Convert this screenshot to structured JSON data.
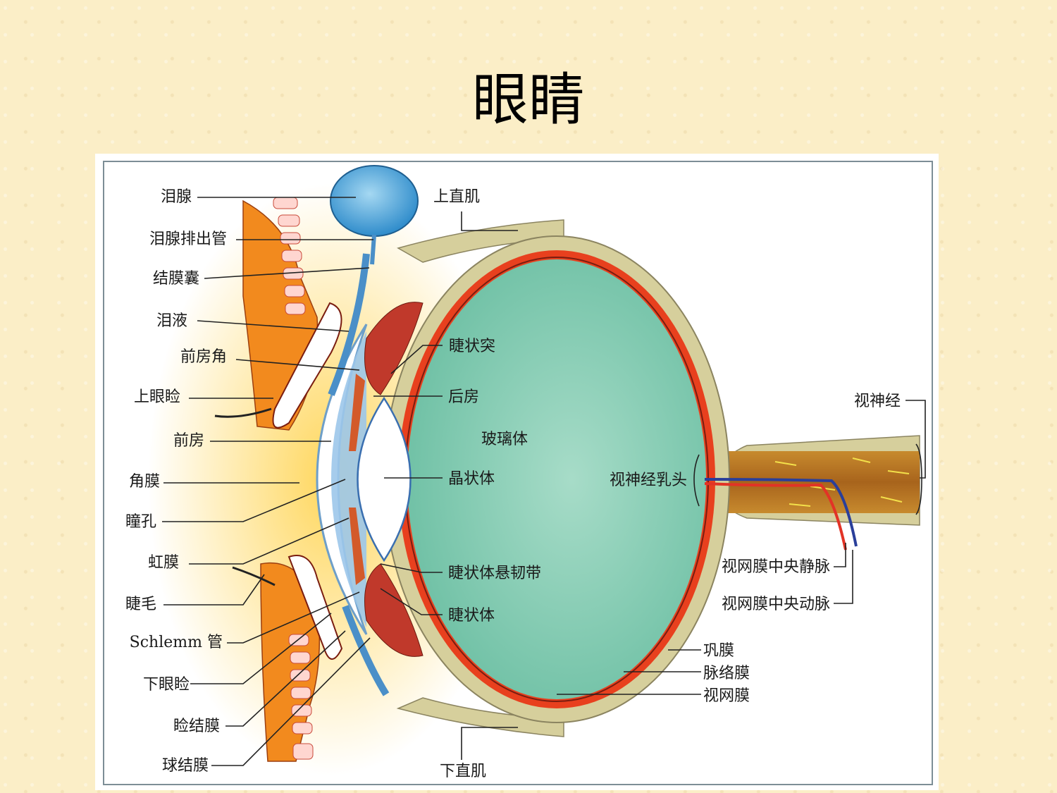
{
  "title": "眼睛",
  "labels": {
    "lacrimal_gland": "泪腺",
    "lacrimal_duct": "泪腺排出管",
    "conjunctival_sac": "结膜囊",
    "tear_fluid": "泪液",
    "anterior_chamber_angle": "前房角",
    "upper_eyelid": "上眼睑",
    "anterior_chamber": "前房",
    "cornea": "角膜",
    "pupil": "瞳孔",
    "iris": "虹膜",
    "eyelash": "睫毛",
    "schlemm_canal": "Schlemm 管",
    "lower_eyelid": "下眼睑",
    "palpebral_conjunctiva": "睑结膜",
    "bulbar_conjunctiva": "球结膜",
    "superior_rectus": "上直肌",
    "ciliary_process": "睫状突",
    "posterior_chamber": "后房",
    "vitreous_body": "玻璃体",
    "lens": "晶状体",
    "zonule": "睫状体悬韧带",
    "ciliary_body": "睫状体",
    "optic_disc": "视神经乳头",
    "optic_nerve": "视神经",
    "central_retinal_vein": "视网膜中央静脉",
    "central_retinal_artery": "视网膜中央动脉",
    "sclera": "巩膜",
    "choroid": "脉络膜",
    "retina": "视网膜",
    "inferior_rectus": "下直肌"
  },
  "colors": {
    "sclera": "#d6cf9c",
    "choroid": "#e8401e",
    "vitreous": "#8fcfb8",
    "cornea": "#9cc6ea",
    "lacrimal_gland": "#4aa2da",
    "eyelid": "#f28a1e",
    "artery": "#e23326",
    "vein": "#2a3f9a"
  }
}
